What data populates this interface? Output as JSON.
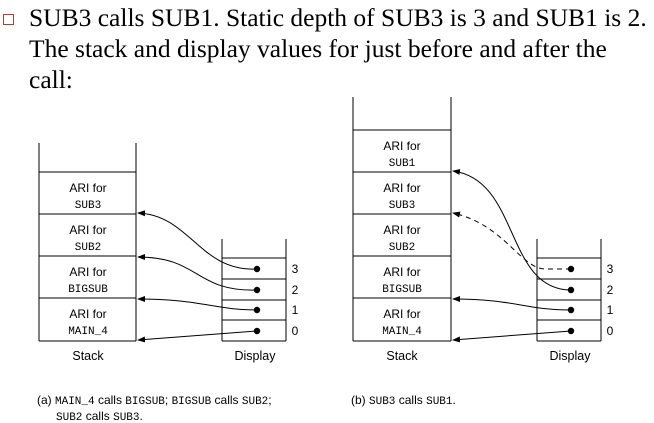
{
  "bullet": {
    "text": "SUB3 calls SUB1. Static depth of SUB3 is 3 and SUB1 is 2. The stack and display values for just before and after the call:"
  },
  "panel_a": {
    "stack_cells": [
      {
        "line1": "ARI for",
        "line2": "SUB3"
      },
      {
        "line1": "ARI for",
        "line2": "SUB2"
      },
      {
        "line1": "ARI for",
        "line2": "BIGSUB"
      },
      {
        "line1": "ARI for",
        "line2": "MAIN_4"
      }
    ],
    "stack_label": "Stack",
    "display_label": "Display",
    "display_indices": [
      "3",
      "2",
      "1",
      "0"
    ],
    "caption": {
      "p1": "(a) ",
      "c1": "MAIN_4",
      "p2": " calls ",
      "c2": "BIGSUB",
      "p3": "; ",
      "c3": "BIGSUB",
      "p4": " calls ",
      "c4": "SUB2",
      "p5": ";",
      "c5": "SUB2",
      "p6": " calls ",
      "c6": "SUB3",
      "p7": "."
    }
  },
  "panel_b": {
    "stack_cells": [
      {
        "line1": "ARI for",
        "line2": "SUB1"
      },
      {
        "line1": "ARI for",
        "line2": "SUB3"
      },
      {
        "line1": "ARI for",
        "line2": "SUB2"
      },
      {
        "line1": "ARI for",
        "line2": "BIGSUB"
      },
      {
        "line1": "ARI for",
        "line2": "MAIN_4"
      }
    ],
    "stack_label": "Stack",
    "display_label": "Display",
    "display_indices": [
      "3",
      "2",
      "1",
      "0"
    ],
    "caption": {
      "p1": "(b) ",
      "c1": "SUB3",
      "p2": " calls ",
      "c2": "SUB1",
      "p3": "."
    }
  },
  "colors": {
    "bullet_box": "#c0392b",
    "lines": "#000000"
  }
}
